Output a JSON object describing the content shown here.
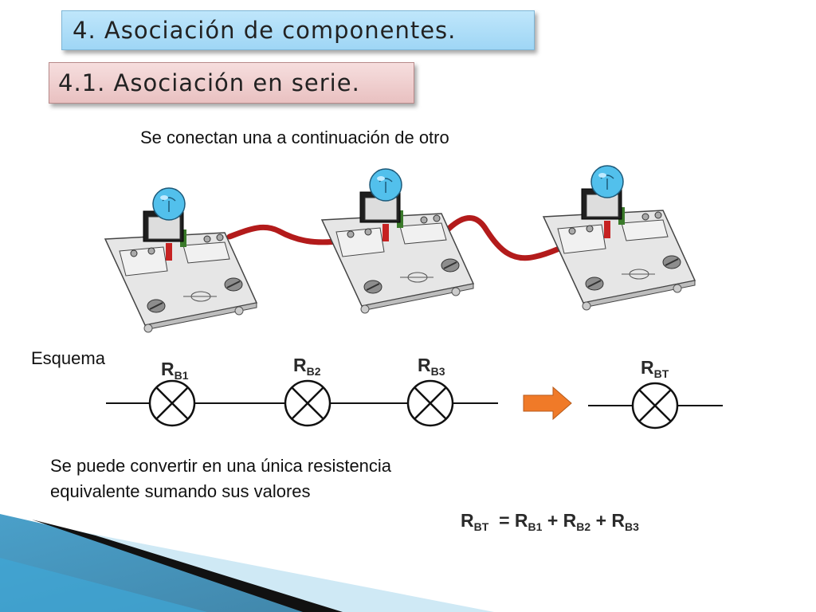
{
  "slide": {
    "title": "4.  Asociación de componentes.",
    "subtitle": "4.1. Asociación en serie.",
    "intro_text": "Se conectan una a continuación de otro",
    "schema_label": "Esquema",
    "equivalence_text_line1": "Se puede convertir en una única resistencia",
    "equivalence_text_line2": "equivalente sumando sus valores"
  },
  "schematic": {
    "lamps": [
      {
        "symbol": "R",
        "subscript": "B1"
      },
      {
        "symbol": "R",
        "subscript": "B2"
      },
      {
        "symbol": "R",
        "subscript": "B3"
      }
    ],
    "equivalent": {
      "symbol": "R",
      "subscript": "BT"
    }
  },
  "formula": {
    "lhs": {
      "symbol": "R",
      "subscript": "BT"
    },
    "eq": "= ",
    "terms": [
      {
        "symbol": "R",
        "subscript": "B1",
        "op": " + "
      },
      {
        "symbol": "R",
        "subscript": "B2",
        "op": " + "
      },
      {
        "symbol": "R",
        "subscript": "B3",
        "op": ""
      }
    ]
  },
  "colors": {
    "title_bg": "#bfe6fb",
    "subtitle_bg": "#f0d0d0",
    "arrow": "#f07a28",
    "wire": "#b31b1b",
    "bulb": "#52c0ec"
  }
}
